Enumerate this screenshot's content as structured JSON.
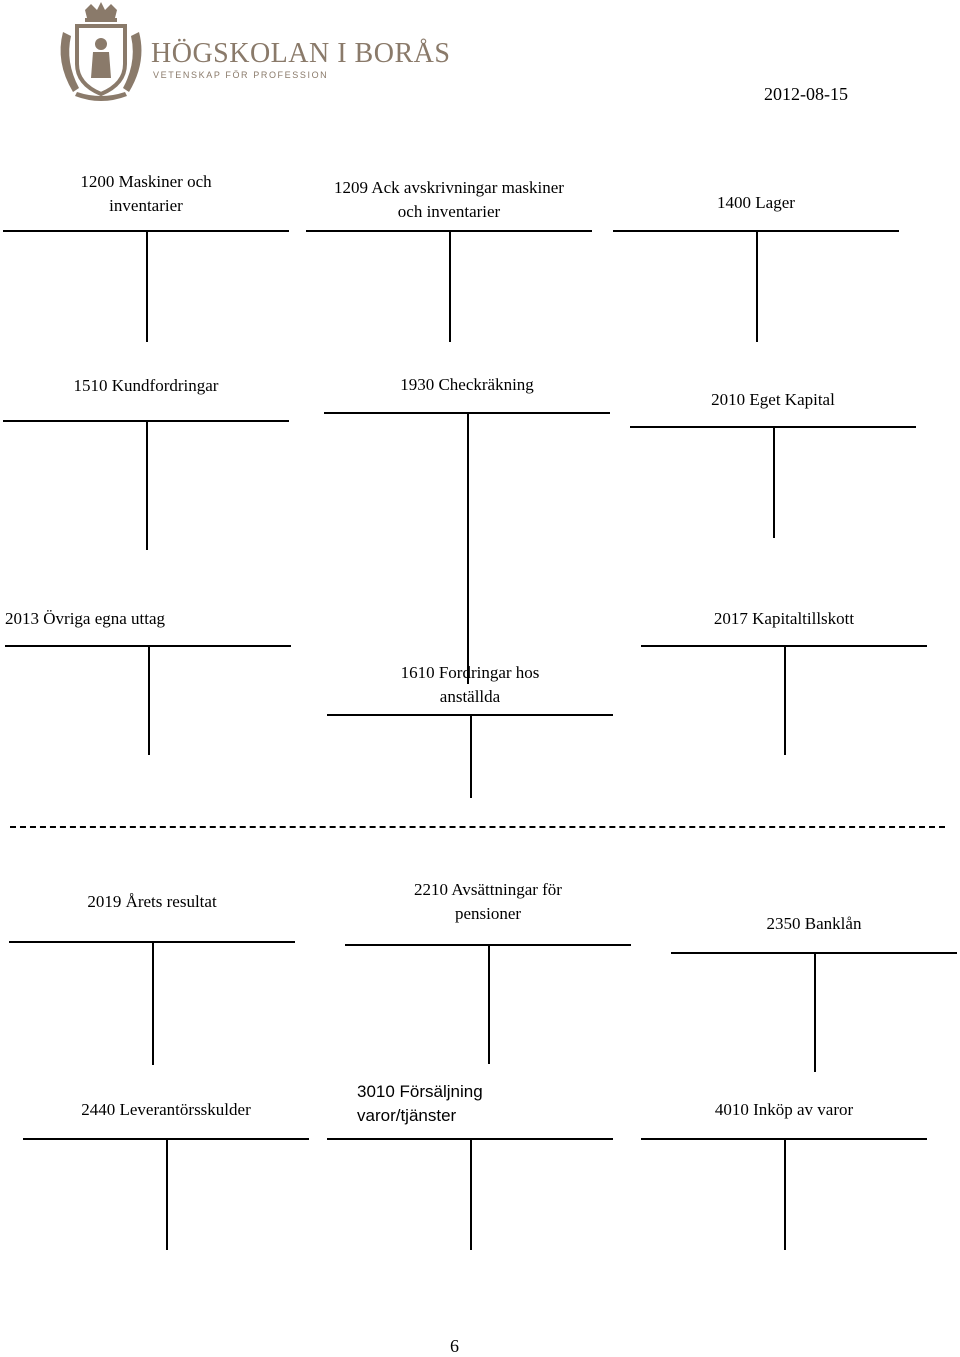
{
  "header": {
    "logo_name": "HÖGSKOLAN I BORÅS",
    "logo_tagline": "VETENSKAP FÖR PROFESSION",
    "date": "2012-08-15"
  },
  "accounts": [
    {
      "id": "1200",
      "label": "1200 Maskiner och inventarier"
    },
    {
      "id": "1209",
      "label": "1209 Ack avskrivningar maskiner och inventarier"
    },
    {
      "id": "1400",
      "label": "1400 Lager"
    },
    {
      "id": "1510",
      "label": "1510 Kundfordringar"
    },
    {
      "id": "1930",
      "label": "1930 Checkräkning"
    },
    {
      "id": "2010",
      "label": "2010 Eget Kapital"
    },
    {
      "id": "2013",
      "label": "2013 Övriga egna uttag"
    },
    {
      "id": "2017",
      "label": "2017 Kapitaltillskott"
    },
    {
      "id": "1610",
      "label": "1610 Fordringar hos anställda"
    },
    {
      "id": "2019",
      "label": "2019 Årets resultat"
    },
    {
      "id": "2210",
      "label": "2210 Avsättningar för pensioner"
    },
    {
      "id": "2350",
      "label": "2350 Banklån"
    },
    {
      "id": "2440",
      "label": "2440 Leverantörsskulder"
    },
    {
      "id": "3010",
      "label": "3010 Försäljning varor/tjänster"
    },
    {
      "id": "4010",
      "label": "4010 Inköp av varor"
    }
  ],
  "footer": {
    "page_number": "6"
  },
  "colors": {
    "logo": "#8a7a6a",
    "ink": "#000000"
  }
}
